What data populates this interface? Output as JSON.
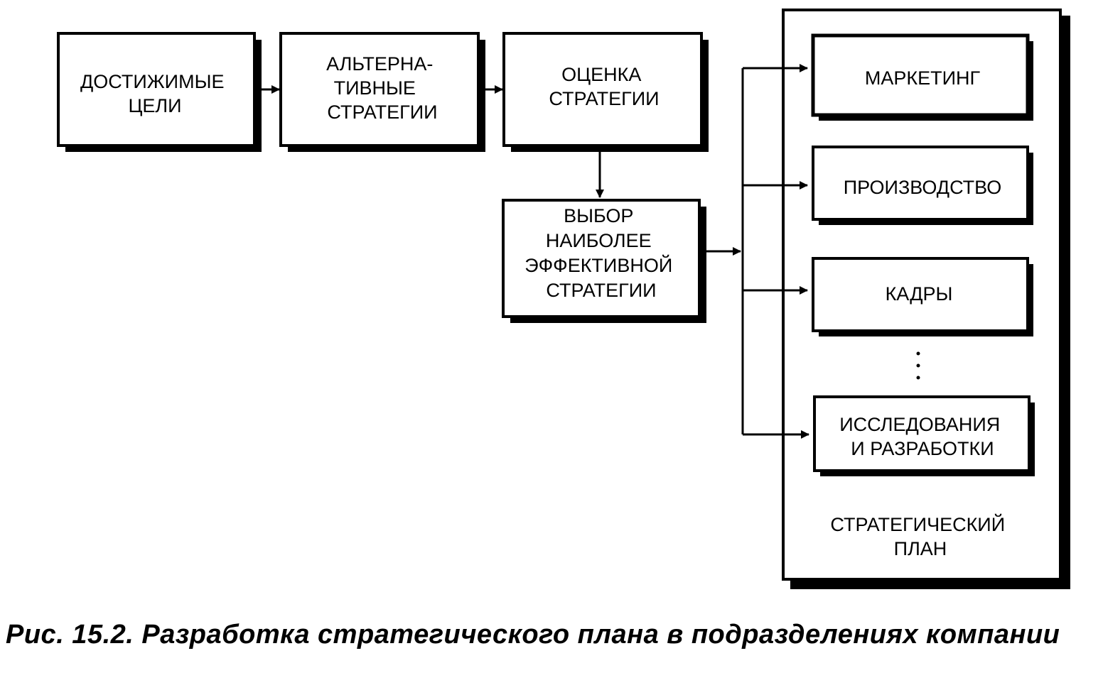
{
  "nodes": {
    "achievable_goals": [
      "ДОСТИЖИМЫЕ",
      "ЦЕЛИ"
    ],
    "alternative_strategies": [
      "АЛЬТЕРНА-",
      "ТИВНЫЕ",
      "СТРАТЕГИИ"
    ],
    "strategy_evaluation": [
      "ОЦЕНКА",
      "СТРАТЕГИИ"
    ],
    "best_strategy_choice": [
      "ВЫБОР",
      "НАИБОЛЕЕ",
      "ЭФФЕКТИВНОЙ",
      "СТРАТЕГИИ"
    ],
    "marketing": [
      "МАРКЕТИНГ"
    ],
    "production": [
      "ПРОИЗВОДСТВО"
    ],
    "personnel": [
      "КАДРЫ"
    ],
    "ellipsis": "·\n·\n·",
    "rnd": [
      "ИССЛЕДОВАНИЯ",
      "И РАЗРАБОТКИ"
    ]
  },
  "container": {
    "label": [
      "СТРАТЕГИЧЕСКИЙ",
      "ПЛАН"
    ]
  },
  "caption": "Рис. 15.2. Разработка стратегического плана в подразделениях компании"
}
